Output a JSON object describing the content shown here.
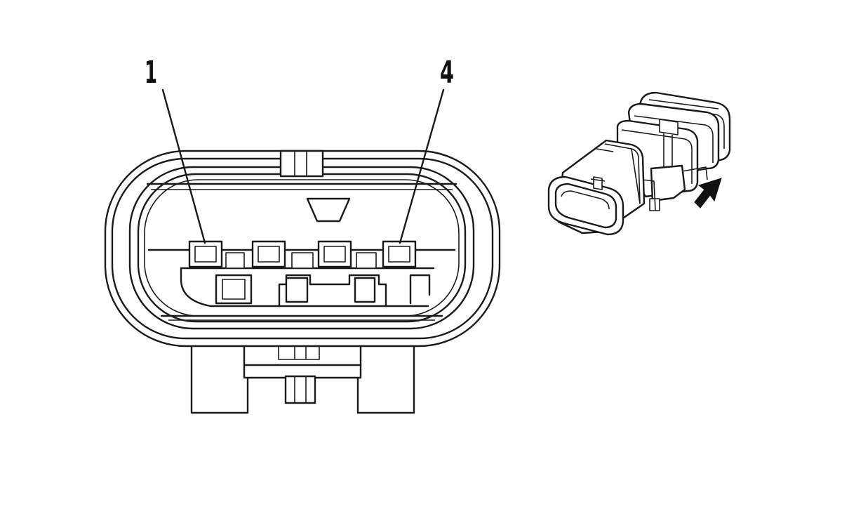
{
  "pin_labels": {
    "first": "1",
    "last": "4"
  },
  "icons": {
    "arrow": "direction-arrow-icon",
    "connector_front": "connector-face-view",
    "connector_iso": "connector-isometric-view"
  },
  "colors": {
    "line": "#1a1a1a",
    "background": "#ffffff"
  }
}
